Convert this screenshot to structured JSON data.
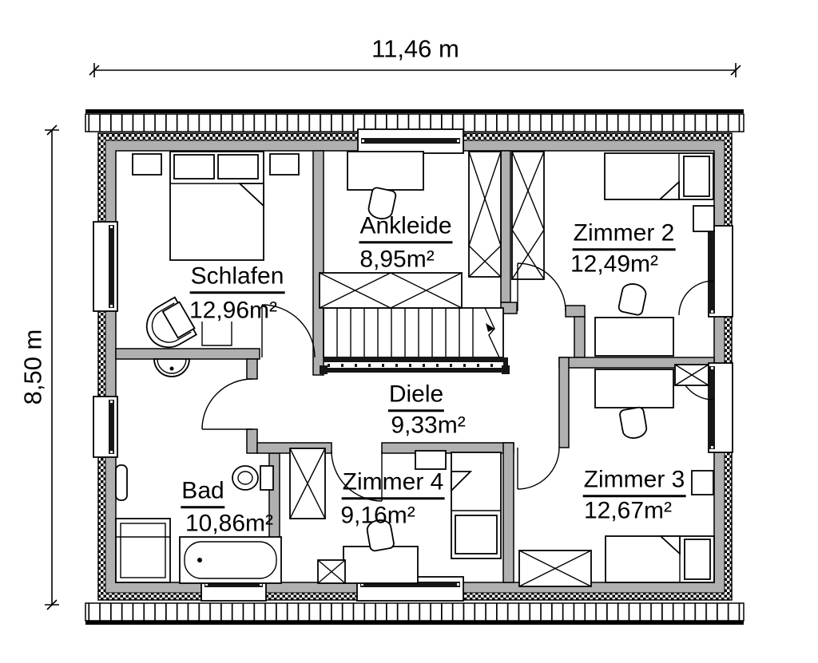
{
  "drawing_type": "floor-plan",
  "dimensions": {
    "width_label": "11,46 m",
    "height_label": "8,50 m"
  },
  "rooms": [
    {
      "id": "schlafen",
      "name": "Schlafen",
      "area": "12,96m²"
    },
    {
      "id": "ankleide",
      "name": "Ankleide",
      "area": "8,95m²"
    },
    {
      "id": "zimmer2",
      "name": "Zimmer 2",
      "area": "12,49m²"
    },
    {
      "id": "diele",
      "name": "Diele",
      "area": "9,33m²"
    },
    {
      "id": "bad",
      "name": "Bad",
      "area": "10,86m²"
    },
    {
      "id": "zimmer4",
      "name": "Zimmer 4",
      "area": "9,16m²"
    },
    {
      "id": "zimmer3",
      "name": "Zimmer 3",
      "area": "12,67m²"
    }
  ],
  "symbols": [
    "double-bed",
    "single-bed",
    "wardrobe-x",
    "desk",
    "chair",
    "armchair",
    "bathtub",
    "washbasin",
    "toilet",
    "shower",
    "radiator",
    "stairs",
    "door-swing",
    "window"
  ],
  "colors": {
    "wall_fill": "#b0b0b0",
    "outline": "#000000",
    "rail_dark": "#161616",
    "background": "#ffffff"
  }
}
